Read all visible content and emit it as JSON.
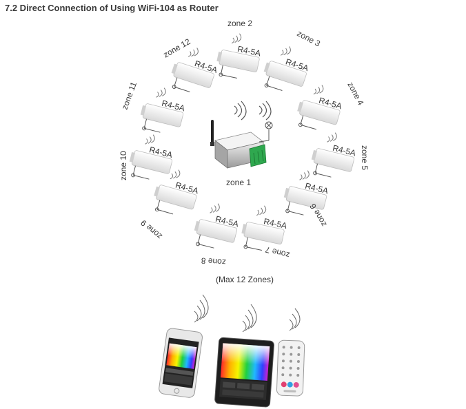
{
  "title": "7.2 Direct Connection of Using WiFi-104 as Router",
  "hub": {
    "zone_label": "zone 1"
  },
  "receiver_model": "R4-5A",
  "zones": [
    {
      "label": "zone 2"
    },
    {
      "label": "zone 3"
    },
    {
      "label": "zone 4"
    },
    {
      "label": "zone 5"
    },
    {
      "label": "zone 6"
    },
    {
      "label": "zone 7"
    },
    {
      "label": "zone 8"
    },
    {
      "label": "zone 9"
    },
    {
      "label": "zone 10"
    },
    {
      "label": "zone 11"
    },
    {
      "label": "zone 12"
    }
  ],
  "max_zones_note": "(Max 12 Zones)",
  "controllers": [
    {
      "name": "smartphone-icon"
    },
    {
      "name": "tablet-icon"
    },
    {
      "name": "remote-control-icon"
    }
  ],
  "colors": {
    "device_body": "#f2f2f2",
    "wire": "#555555",
    "text": "#3a3a3a"
  }
}
